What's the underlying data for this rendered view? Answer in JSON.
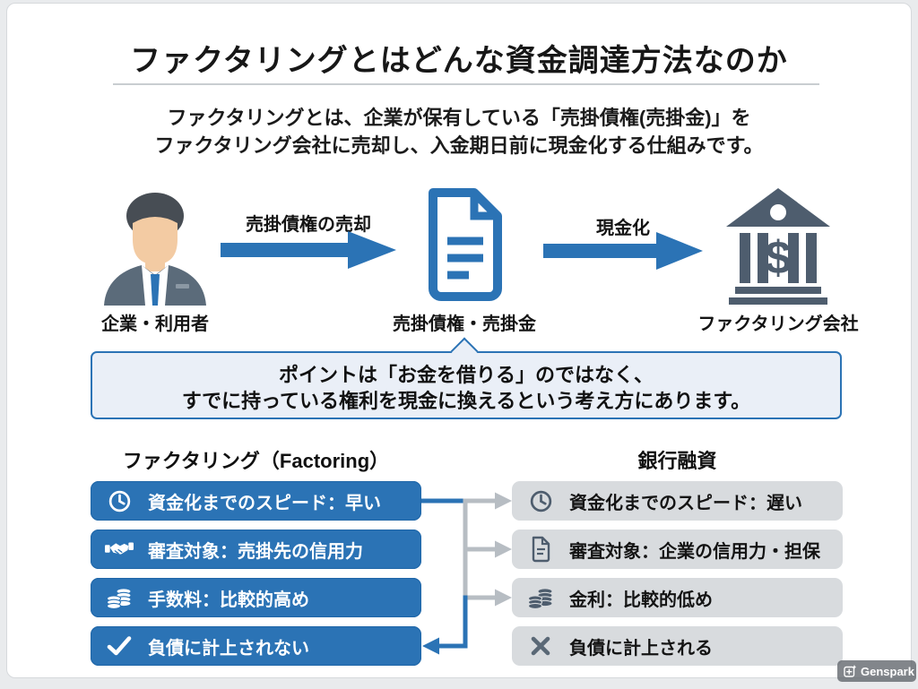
{
  "page": {
    "title": "ファクタリングとはどんな資金調達方法なのか",
    "subtitle_line1": "ファクタリングとは、企業が保有している「売掛債権(売掛金)」を",
    "subtitle_line2": "ファクタリング会社に売却し、入金期日前に現金化する仕組みです。"
  },
  "flow": {
    "actor_label": "企業・利用者",
    "arrow1_label": "売掛債権の売却",
    "document_label": "売掛債権・売掛金",
    "arrow2_label": "現金化",
    "bank_label": "ファクタリング会社"
  },
  "callout": {
    "line1": "ポイントは「お金を借りる」のではなく、",
    "line2": "すでに持っている権利を現金に換えるという考え方にあります。"
  },
  "comparison": {
    "left_header": "ファクタリング（Factoring）",
    "right_header": "銀行融資",
    "left_items": [
      {
        "icon": "clock-icon",
        "label": "資金化までのスピード：早い"
      },
      {
        "icon": "handshake-icon",
        "label": "審査対象：売掛先の信用力"
      },
      {
        "icon": "coins-icon",
        "label": "手数料：比較的高め"
      },
      {
        "icon": "check-icon",
        "label": "負債に計上されない"
      }
    ],
    "right_items": [
      {
        "icon": "clock-icon",
        "label": "資金化までのスピード：遅い"
      },
      {
        "icon": "document-icon",
        "label": "審査対象：企業の信用力・担保"
      },
      {
        "icon": "coins-icon",
        "label": "金利：比較的低め"
      },
      {
        "icon": "x-icon",
        "label": "負債に計上される"
      }
    ]
  },
  "watermark": {
    "label": "Genspark"
  },
  "colors": {
    "accent_blue": "#2b73b5",
    "slate": "#4e5d6e",
    "gray_box": "#d8dbde",
    "callout_bg": "#eaeff7"
  }
}
